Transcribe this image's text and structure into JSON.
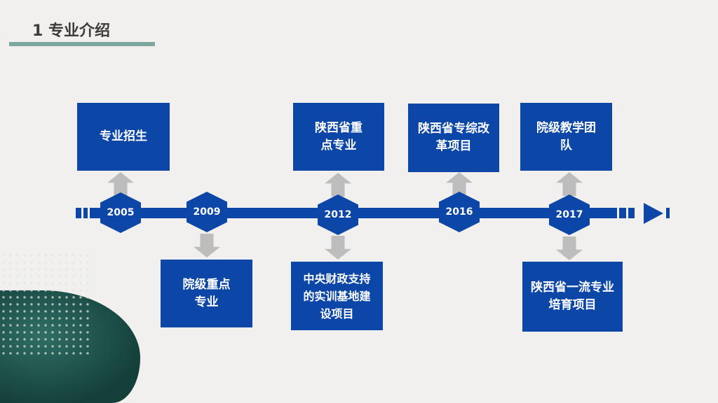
{
  "header": {
    "title": "1 专业介绍"
  },
  "timeline": {
    "years": [
      "2005",
      "2009",
      "2012",
      "2016",
      "2017"
    ],
    "top_events": [
      {
        "year": "2005",
        "label": "专业招生"
      },
      {
        "year": "2012",
        "label": "陕西省重点专业"
      },
      {
        "year": "2016",
        "label": "陕西省专综改革项目"
      },
      {
        "year": "2017",
        "label": "院级教学团队"
      }
    ],
    "bottom_events": [
      {
        "year": "2009",
        "label": "院级重点专业"
      },
      {
        "year": "2012",
        "label": "中央财政支持的实训基地建设项目"
      },
      {
        "year": "2017",
        "label": "陕西省一流专业培育项目"
      }
    ]
  },
  "colors": {
    "accent": "#0c47a8",
    "arrow": "#bdbdbd",
    "title_line": "#7aa89f"
  }
}
